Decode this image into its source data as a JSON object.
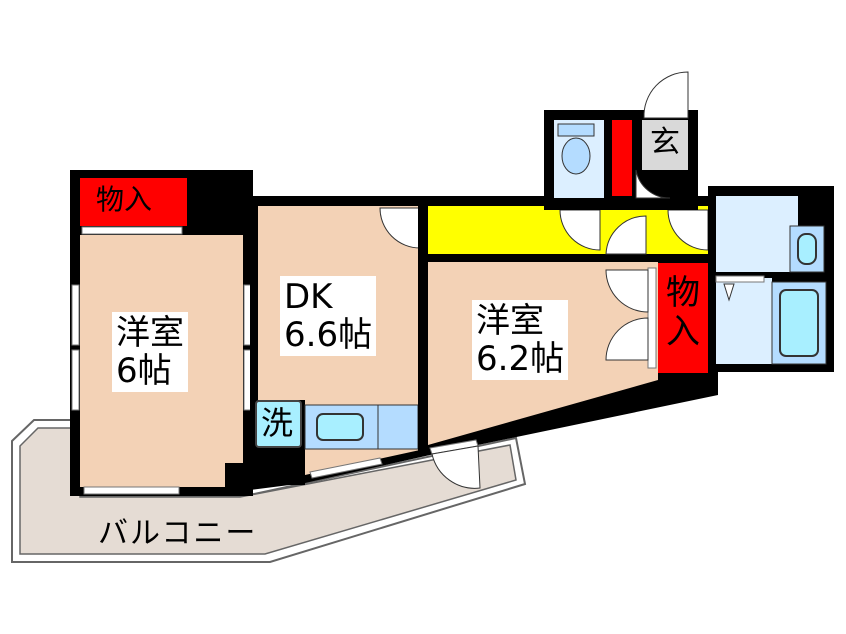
{
  "floorplan": {
    "colors": {
      "wall": "#000000",
      "room_floor": "#f3d2b6",
      "closet": "#ff0000",
      "hallway": "#ffff00",
      "wet_area": "#dcefff",
      "fixture": "#b4dcff",
      "fixture_cyan": "#a8efff",
      "entrance": "#d9d9d9",
      "balcony": "#e5dcd4"
    },
    "rooms": [
      {
        "id": "western-room-1",
        "name": "洋室",
        "size": "6帖"
      },
      {
        "id": "dining-kitchen",
        "name": "DK",
        "size": "6.6帖"
      },
      {
        "id": "western-room-2",
        "name": "洋室",
        "size": "6.2帖"
      }
    ],
    "closets": [
      {
        "id": "closet-top-left",
        "label": "物入"
      },
      {
        "id": "closet-right",
        "label_chars": [
          "物",
          "入"
        ]
      }
    ],
    "entrance": {
      "label": "玄"
    },
    "washer": {
      "label": "洗"
    },
    "balcony": {
      "label": "バルコニー"
    }
  }
}
